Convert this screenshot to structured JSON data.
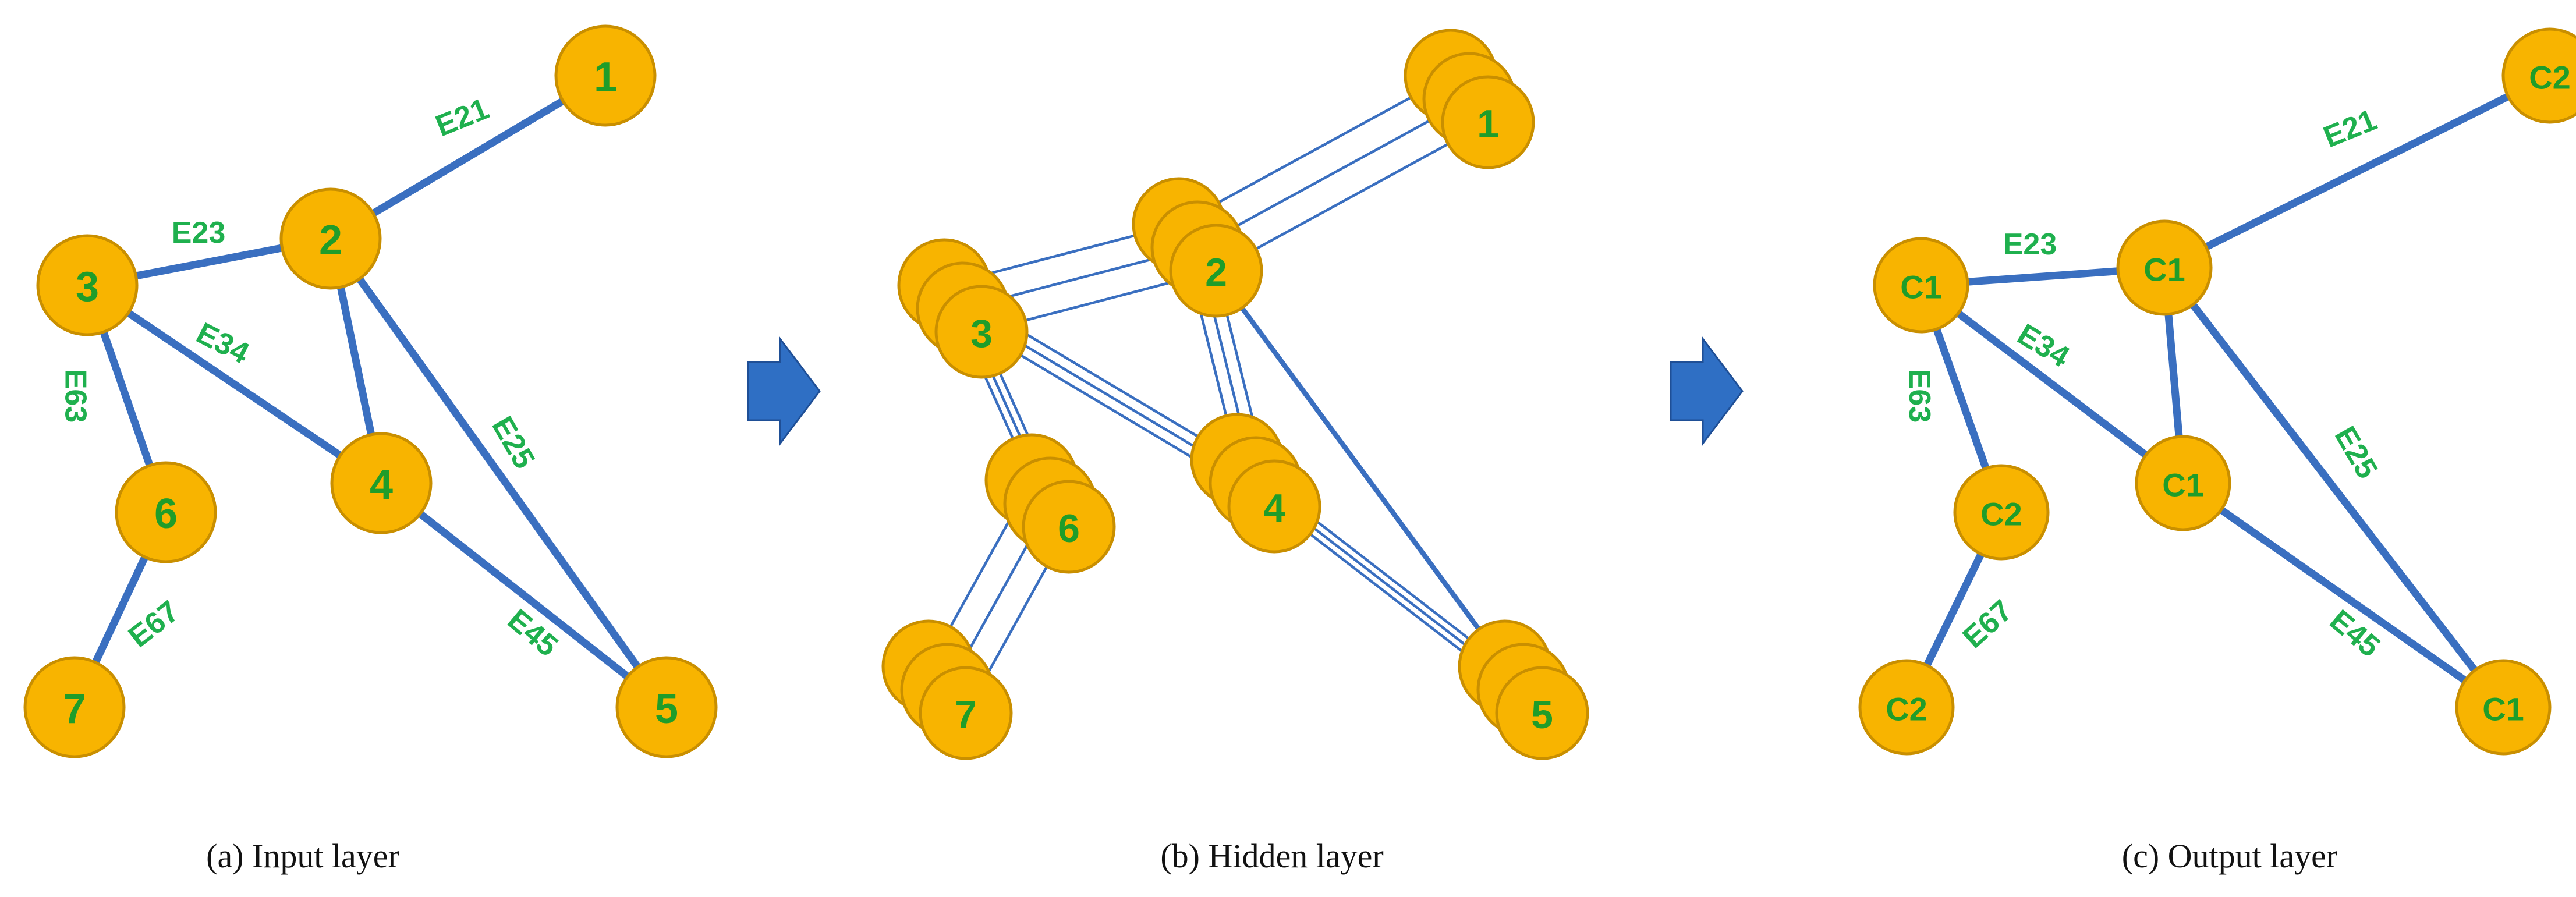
{
  "panels": [
    {
      "id": "input",
      "caption": "(a) Input layer",
      "nodes": [
        {
          "id": "1",
          "label": "1"
        },
        {
          "id": "2",
          "label": "2"
        },
        {
          "id": "3",
          "label": "3"
        },
        {
          "id": "4",
          "label": "4"
        },
        {
          "id": "5",
          "label": "5"
        },
        {
          "id": "6",
          "label": "6"
        },
        {
          "id": "7",
          "label": "7"
        }
      ],
      "edges": [
        {
          "from": "2",
          "to": "1",
          "label": "E21"
        },
        {
          "from": "2",
          "to": "3",
          "label": "E23"
        },
        {
          "from": "3",
          "to": "4",
          "label": "E34"
        },
        {
          "from": "2",
          "to": "4",
          "label": ""
        },
        {
          "from": "2",
          "to": "5",
          "label": "E25"
        },
        {
          "from": "3",
          "to": "6",
          "label": "E63"
        },
        {
          "from": "6",
          "to": "7",
          "label": "E67"
        },
        {
          "from": "4",
          "to": "5",
          "label": "E45"
        }
      ]
    },
    {
      "id": "hidden",
      "caption": "(b) Hidden layer",
      "node_labels": [
        "1",
        "2",
        "3",
        "4",
        "5",
        "6",
        "7"
      ],
      "copies": 3
    },
    {
      "id": "output",
      "caption": "(c) Output layer",
      "nodes": [
        {
          "id": "1",
          "label": "C2"
        },
        {
          "id": "2",
          "label": "C1"
        },
        {
          "id": "3",
          "label": "C1"
        },
        {
          "id": "4",
          "label": "C1"
        },
        {
          "id": "5",
          "label": "C1"
        },
        {
          "id": "6",
          "label": "C2"
        },
        {
          "id": "7",
          "label": "C2"
        }
      ],
      "edges": [
        {
          "from": "2",
          "to": "1",
          "label": "E21"
        },
        {
          "from": "2",
          "to": "3",
          "label": "E23"
        },
        {
          "from": "3",
          "to": "4",
          "label": "E34"
        },
        {
          "from": "2",
          "to": "4",
          "label": ""
        },
        {
          "from": "2",
          "to": "5",
          "label": "E25"
        },
        {
          "from": "3",
          "to": "6",
          "label": "E63"
        },
        {
          "from": "6",
          "to": "7",
          "label": "E67"
        },
        {
          "from": "4",
          "to": "5",
          "label": "E45"
        }
      ]
    }
  ],
  "colors": {
    "node_fill": "#f8b400",
    "node_stroke": "#c98f00",
    "node_text": "#1f9d2a",
    "edge_label": "#1fb04e",
    "edge": "#3a6fc0",
    "arrow": "#2f6fc4"
  }
}
